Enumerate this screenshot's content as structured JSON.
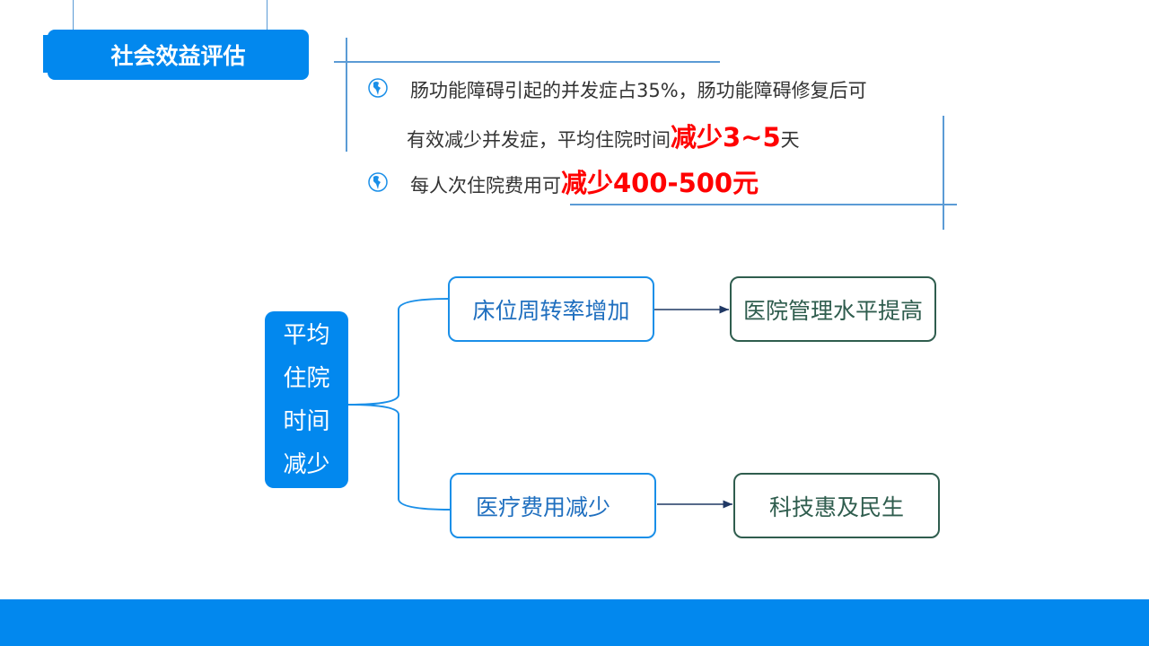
{
  "title": "社会效益评估",
  "bullets": [
    {
      "icon": "globe-icon",
      "line1": "肠功能障碍引起的并发症占35%，肠功能障碍修复后可",
      "line2_prefix": "有效减少并发症，平均住院时间",
      "line2_highlight": "减少3~5",
      "line2_suffix": "天"
    },
    {
      "icon": "globe-icon",
      "prefix": "每人次住院费用可",
      "highlight": "减少400-500元"
    }
  ],
  "diagram": {
    "root": [
      "平均",
      "住院",
      "时间",
      "减少"
    ],
    "branches": [
      {
        "label": "床位周转率增加",
        "result": "医院管理水平提高"
      },
      {
        "label": "医疗费用减少",
        "result": "科技惠及民生"
      }
    ]
  },
  "colors": {
    "accent": "#0288ee",
    "highlight": "#ff0000"
  }
}
